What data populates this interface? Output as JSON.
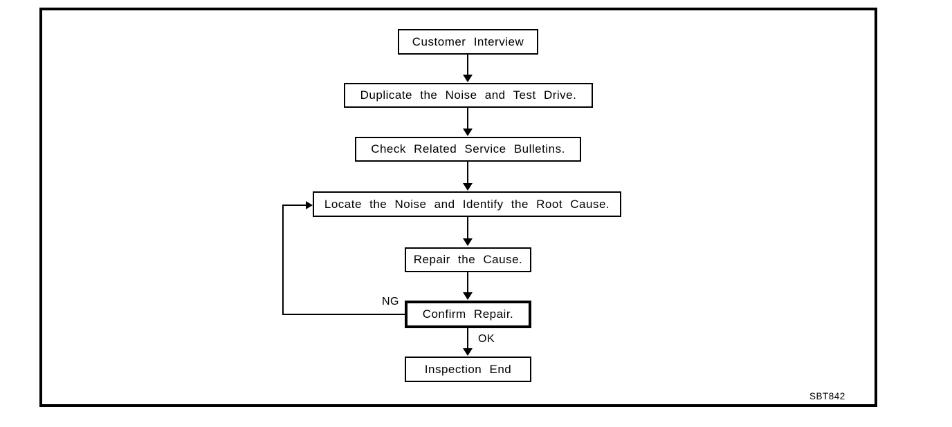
{
  "diagram": {
    "type": "flowchart",
    "figure_code": "SBT842",
    "colors": {
      "line": "#000000",
      "background": "#ffffff"
    },
    "nodes": [
      {
        "id": "customer-interview",
        "label": "Customer Interview"
      },
      {
        "id": "duplicate-noise-test-drive",
        "label": "Duplicate the Noise and Test Drive."
      },
      {
        "id": "check-service-bulletins",
        "label": "Check Related Service Bulletins."
      },
      {
        "id": "locate-noise-root-cause",
        "label": "Locate the Noise and Identify the Root Cause."
      },
      {
        "id": "repair-cause",
        "label": "Repair the Cause."
      },
      {
        "id": "confirm-repair",
        "label": "Confirm Repair."
      },
      {
        "id": "inspection-end",
        "label": "Inspection End"
      }
    ],
    "edges": [
      {
        "from": "customer-interview",
        "to": "duplicate-noise-test-drive",
        "label": ""
      },
      {
        "from": "duplicate-noise-test-drive",
        "to": "check-service-bulletins",
        "label": ""
      },
      {
        "from": "check-service-bulletins",
        "to": "locate-noise-root-cause",
        "label": ""
      },
      {
        "from": "locate-noise-root-cause",
        "to": "repair-cause",
        "label": ""
      },
      {
        "from": "repair-cause",
        "to": "confirm-repair",
        "label": ""
      },
      {
        "from": "confirm-repair",
        "to": "inspection-end",
        "label": "OK"
      },
      {
        "from": "confirm-repair",
        "to": "locate-noise-root-cause",
        "label": "NG"
      }
    ]
  }
}
